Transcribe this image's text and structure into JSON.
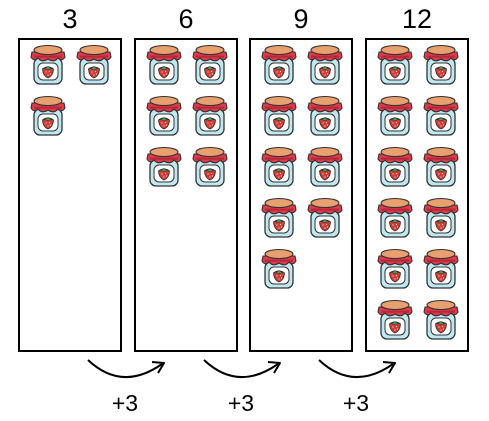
{
  "panels": [
    {
      "count": "3",
      "jars": 3
    },
    {
      "count": "6",
      "jars": 6
    },
    {
      "count": "9",
      "jars": 9
    },
    {
      "count": "12",
      "jars": 12
    }
  ],
  "steps": [
    "+3",
    "+3",
    "+3"
  ],
  "icon": "strawberry-jam-jar-icon",
  "colors": {
    "lid": "#E8A06E",
    "cloth": "#E23A4A",
    "jar": "#BFE9F0",
    "strawberry": "#D83A3A",
    "leaf": "#3FA34D"
  }
}
